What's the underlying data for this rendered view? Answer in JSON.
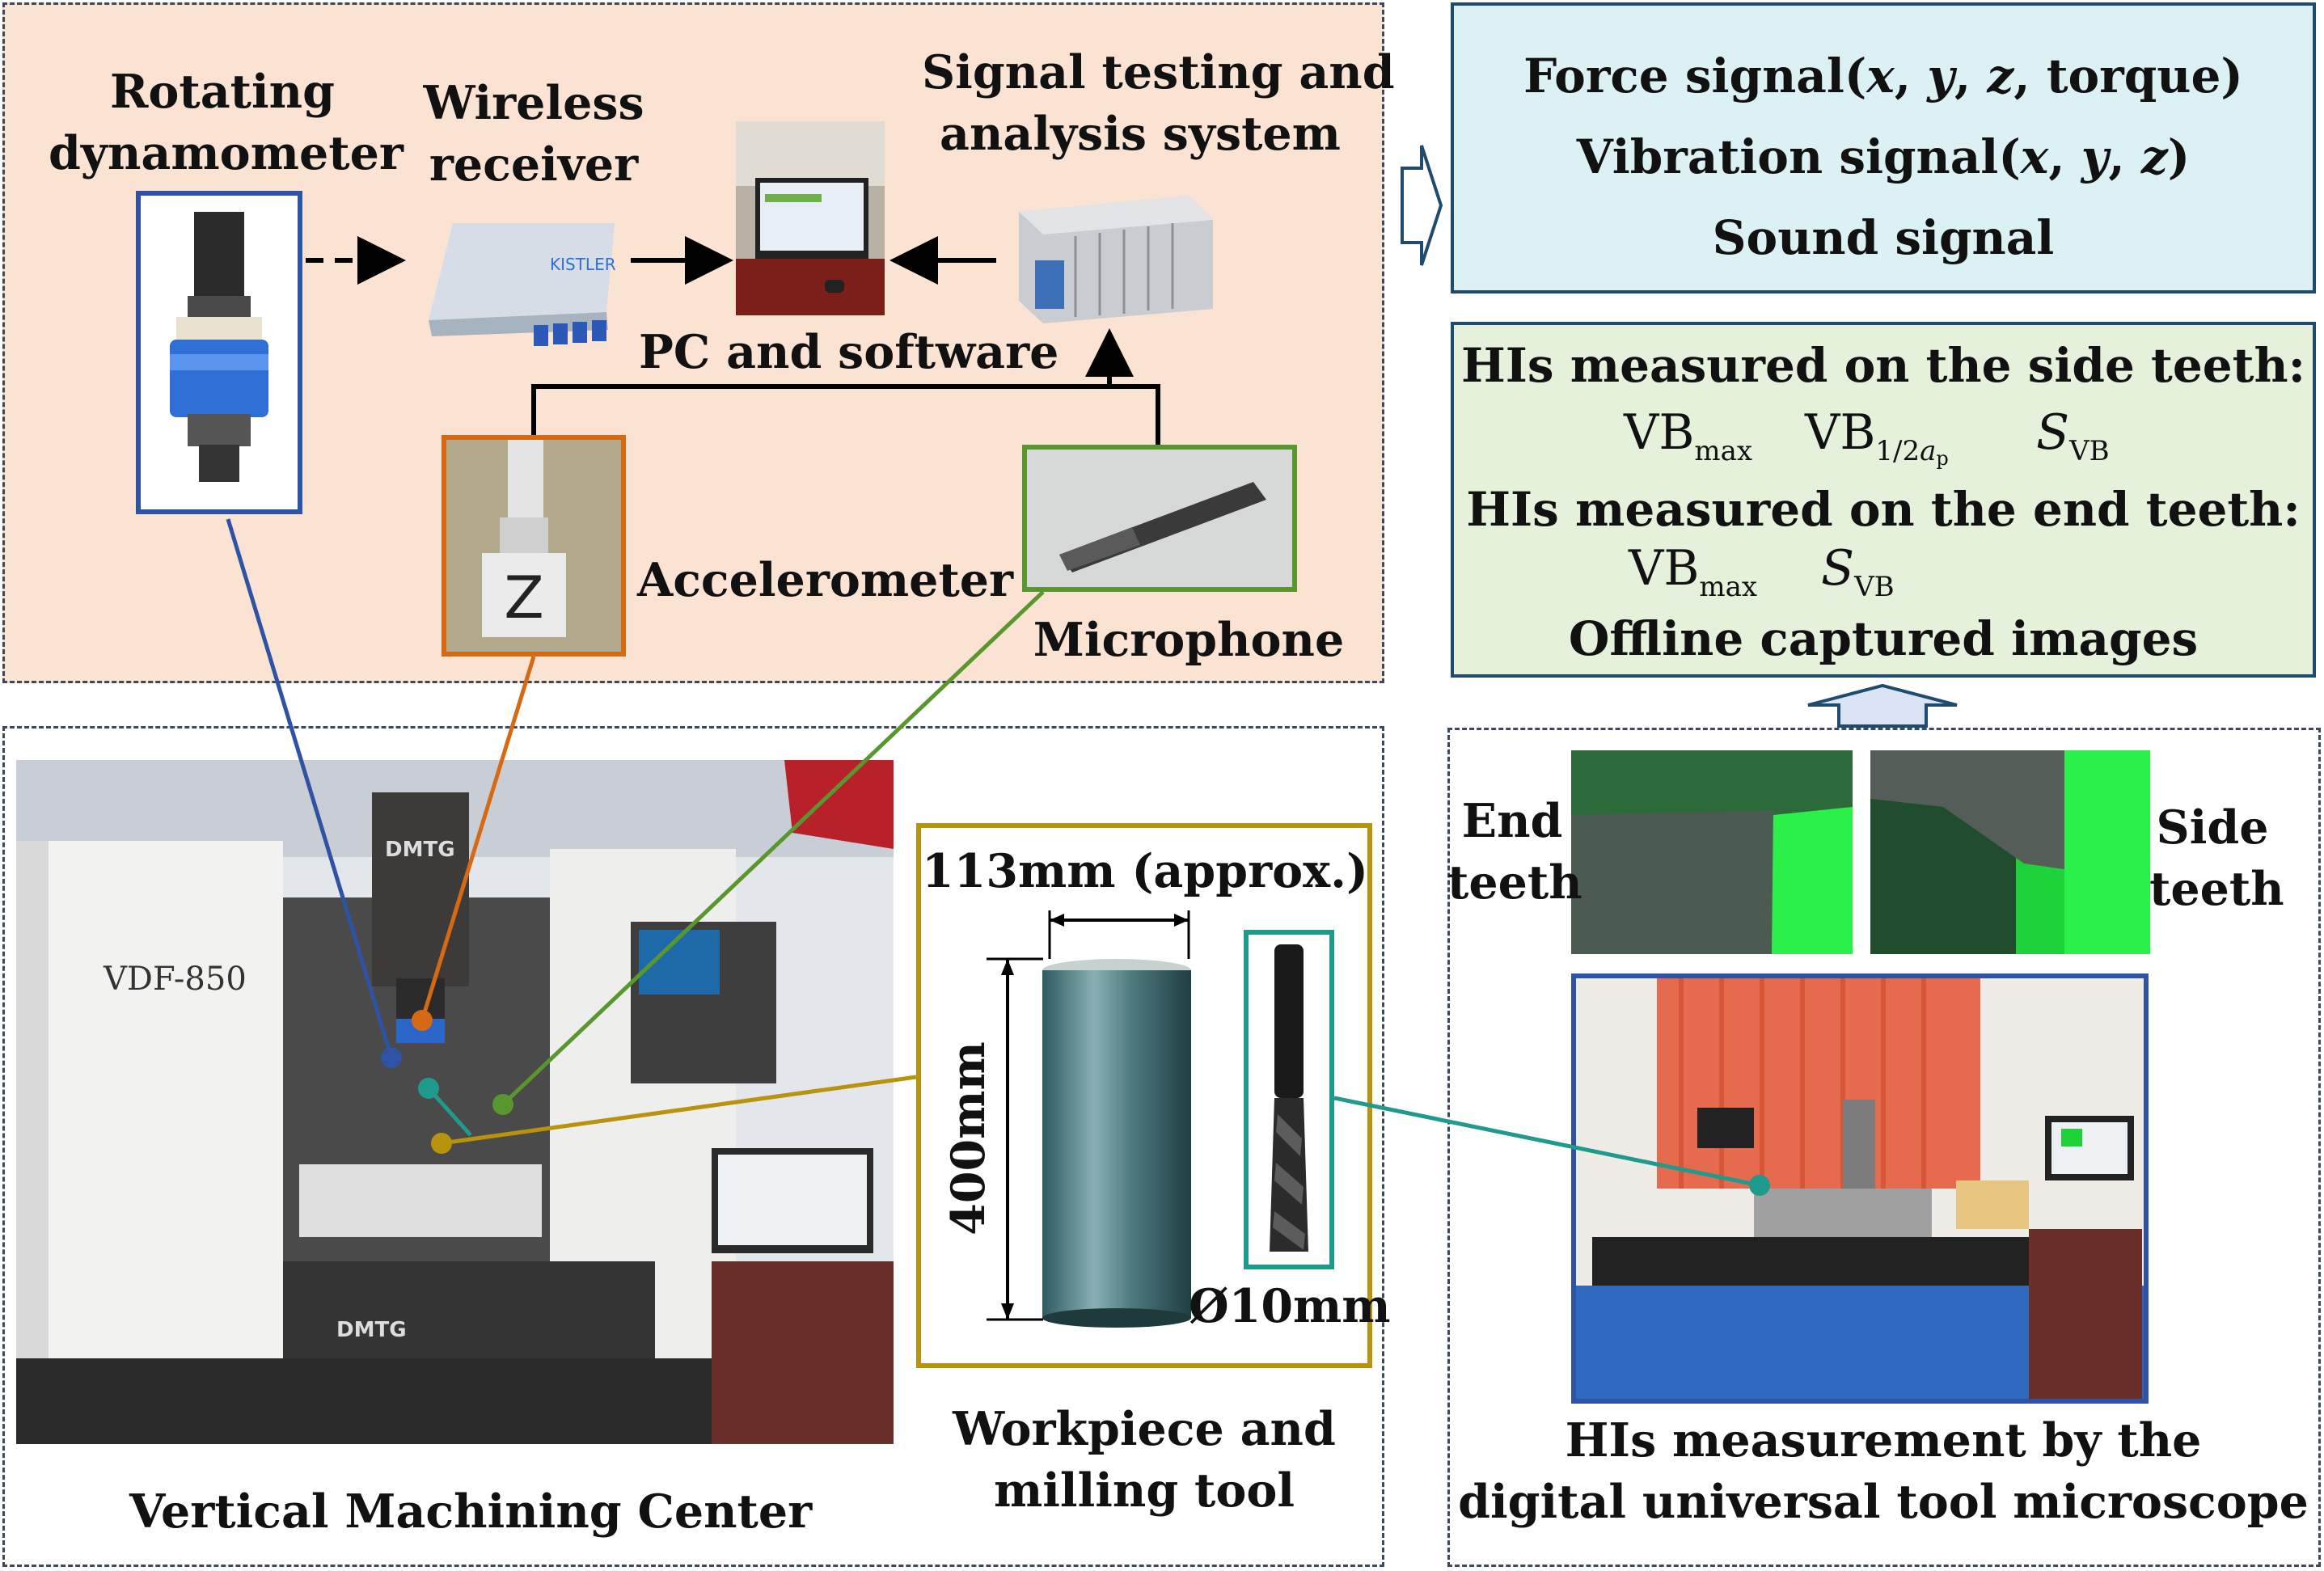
{
  "sensors": {
    "dynamometer_label": [
      "Rotating",
      "dynamometer"
    ],
    "receiver_label": [
      "Wireless",
      "receiver"
    ],
    "receiver_brand": "KISTLER",
    "pc_label": "PC and software",
    "signal_system_label": [
      "Signal testing and",
      "analysis system"
    ],
    "accelerometer_label": "Accelerometer",
    "accelerometer_marker": "Z",
    "microphone_label": "Microphone"
  },
  "signals": {
    "force": {
      "prefix": "Force signal(",
      "x": "x",
      "y": "y",
      "z": "z",
      "suffix": ", torque)"
    },
    "vibration": {
      "prefix": "Vibration signal(",
      "x": "x",
      "y": "y",
      "z": "z",
      "suffix": ")"
    },
    "sound": "Sound signal"
  },
  "his": {
    "side_heading": "HIs measured on the side teeth:",
    "end_heading": "HIs measured on the end teeth:",
    "vb": "VB",
    "max_sub": "max",
    "half_sub_prefix": "1/2",
    "half_sub_var": "a",
    "half_sub_index": "p",
    "s": "S",
    "vb_sub": "VB",
    "offline": "Offline captured images"
  },
  "machine": {
    "model": "VDF-850",
    "brand": "DMTG",
    "label": "Vertical Machining Center"
  },
  "workpiece": {
    "diameter": "113mm (approx.)",
    "length": "400mm",
    "tool_diameter": "Ø10mm",
    "label": [
      "Workpiece and",
      "milling tool"
    ]
  },
  "microscope": {
    "end_teeth": [
      "End",
      "teeth"
    ],
    "side_teeth": [
      "Side",
      "teeth"
    ],
    "label": [
      "HIs measurement by the",
      "digital universal tool microscope"
    ]
  },
  "colors": {
    "top_panel_bg": "#fbe3d4",
    "signal_box_bg": "#dbf1f4",
    "signal_box_border": "#1f4b6e",
    "hi_box_bg": "#e6f1dc",
    "dynamometer_line": "#2e53a4",
    "accelerometer_line": "#d66a14",
    "microphone_line": "#5a962e",
    "workpiece_line": "#b8930c",
    "tool_line": "#1f9a8c",
    "microscope_frame": "#2e53a4"
  }
}
